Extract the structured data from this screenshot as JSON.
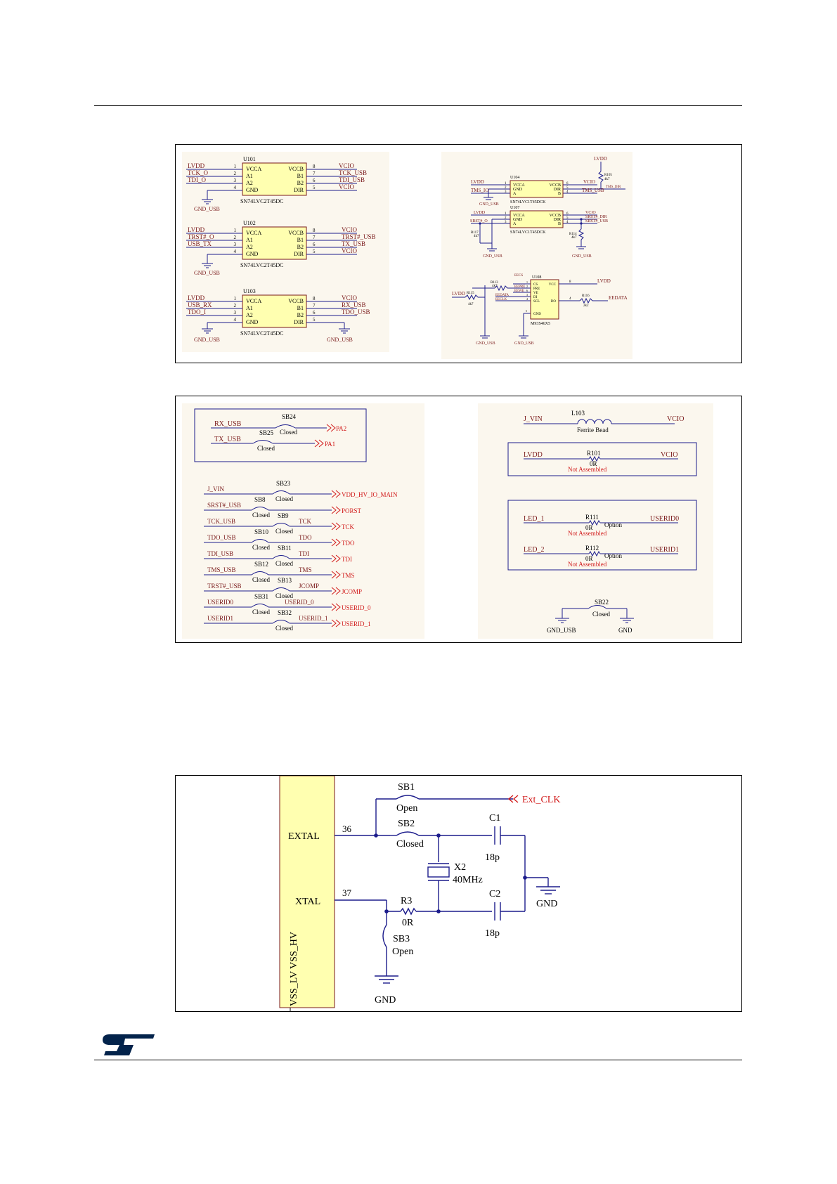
{
  "colors": {
    "wire": "#1c1c8c",
    "net": "#7a1a1a",
    "red": "#d11a1a",
    "chip": "#ffffb0",
    "chipedge": "#7a1a1a",
    "sheet": "#fbf7ee"
  },
  "logo": {
    "text": "ST"
  },
  "fig1": {
    "u101": {
      "ref": "U101",
      "part": "SN74LVC2T45DC",
      "left_pins": [
        "VCCA",
        "A1",
        "A2",
        "GND"
      ],
      "right_pins": [
        "VCCB",
        "B1",
        "B2",
        "DIR"
      ],
      "left_nums": [
        "1",
        "2",
        "3",
        "4"
      ],
      "right_nums": [
        "8",
        "7",
        "6",
        "5"
      ],
      "left_nets": [
        "LVDD",
        "TCK_O",
        "TDI_O",
        ""
      ],
      "right_nets": [
        "VCIO",
        "TCK_USB",
        "TDI_USB",
        "VCIO"
      ],
      "gnd": "GND_USB"
    },
    "u102": {
      "ref": "U102",
      "part": "SN74LVC2T45DC",
      "left_pins": [
        "VCCA",
        "A1",
        "A2",
        "GND"
      ],
      "right_pins": [
        "VCCB",
        "B1",
        "B2",
        "DIR"
      ],
      "left_nums": [
        "1",
        "2",
        "3",
        "4"
      ],
      "right_nums": [
        "8",
        "7",
        "6",
        "5"
      ],
      "left_nets": [
        "LVDD",
        "TRST#_O",
        "USB_TX",
        ""
      ],
      "right_nets": [
        "VCIO",
        "TRST#_USB",
        "TX_USB",
        "VCIO"
      ],
      "gnd": "GND_USB"
    },
    "u103": {
      "ref": "U103",
      "part": "SN74LVC2T45DC",
      "left_pins": [
        "VCCA",
        "A1",
        "A2",
        "GND"
      ],
      "right_pins": [
        "VCCB",
        "B1",
        "B2",
        "DIR"
      ],
      "left_nums": [
        "1",
        "2",
        "3",
        "4"
      ],
      "right_nums": [
        "8",
        "7",
        "6",
        "5"
      ],
      "left_nets": [
        "LVDD",
        "USB_RX",
        "TDO_I",
        ""
      ],
      "right_nets": [
        "VCIO",
        "RX_USB",
        "TDO_USB",
        ""
      ],
      "gnd": "GND_USB",
      "gnd2": "GND_USB"
    },
    "u104": {
      "ref": "U104",
      "part": "SN74LVC1T45DCK",
      "left_pins": [
        "VCCA",
        "GND",
        "A"
      ],
      "right_pins": [
        "VCCB",
        "DIR",
        "B"
      ],
      "left_nums": [
        "1",
        "2",
        "3"
      ],
      "right_nums": [
        "6",
        "5",
        "4"
      ],
      "left_nets": [
        "LVDD",
        "",
        "TMS_IO"
      ],
      "right_nets": [
        "VCIO",
        "TMS_DIR",
        "TMS_USB"
      ],
      "gnd": "GND_USB",
      "pull_net": "LVDD",
      "pull_ref": "R105",
      "pull_val": "4k7"
    },
    "u107": {
      "ref": "U107",
      "part": "SN74LVC1T45DCK",
      "left_pins": [
        "VCCA",
        "GND",
        "A"
      ],
      "right_pins": [
        "VCCB",
        "DIR",
        "B"
      ],
      "left_nums": [
        "1",
        "2",
        "3"
      ],
      "right_nums": [
        "6",
        "5",
        "4"
      ],
      "left_nets": [
        "LVDD",
        "",
        "SRST#_O"
      ],
      "right_nets": [
        "VCIO",
        "SRST#_DIR",
        "SRST#_USB"
      ],
      "gnd": "GND_USB",
      "gnd2": "GND_USB",
      "r_left": "R117",
      "r_left_val": "4k7",
      "r_right": "R114",
      "r_right_val": "4k7"
    },
    "u108": {
      "ref": "U108",
      "part": "M93S46X5",
      "left_pins": [
        "CS",
        "PRE",
        "VE",
        "DI",
        "SCL"
      ],
      "left_nums": [
        "1",
        "2",
        "6",
        "3",
        "4"
      ],
      "right_pins": [
        "VCC",
        "DO"
      ],
      "right_nums": [
        "8",
        "4"
      ],
      "gnd_pin": "GND",
      "gnd_num": "5",
      "left_nets": [
        "EECS",
        "EEPRE",
        "EEWE",
        "EEDATA",
        "EECLK"
      ],
      "vcc_net": "LVDD",
      "do_net": "EEDATA",
      "r113": "R113",
      "r113_val": "4k7",
      "r115": "R115",
      "r115_val": "4k7",
      "r116": "R116",
      "r116_val": "2k2",
      "lvdd": "LVDD",
      "gnd": "GND_USB",
      "gnd2": "GND_USB"
    }
  },
  "fig2": {
    "box_a": [
      {
        "net": "RX_USB",
        "sb": "SB24",
        "state": "Closed",
        "out": "PA2"
      },
      {
        "net": "TX_USB",
        "sb": "SB25",
        "state": "Closed",
        "out": "PA1"
      }
    ],
    "list": [
      {
        "net": "J_VIN",
        "sb": "SB23",
        "state": "Closed",
        "mid": "",
        "out": "VDD_HV_IO_MAIN"
      },
      {
        "net": "SRST#_USB",
        "sb": "SB8",
        "state": "Closed",
        "mid": "",
        "out": "PORST"
      },
      {
        "net": "TCK_USB",
        "sb": "SB9",
        "state": "Closed",
        "mid": "TCK",
        "out": "TCK"
      },
      {
        "net": "TDO_USB",
        "sb": "SB10",
        "state": "Closed",
        "mid": "TDO",
        "out": "TDO"
      },
      {
        "net": "TDI_USB",
        "sb": "SB11",
        "state": "Closed",
        "mid": "TDI",
        "out": "TDI"
      },
      {
        "net": "TMS_USB",
        "sb": "SB12",
        "state": "Closed",
        "mid": "TMS",
        "out": "TMS"
      },
      {
        "net": "TRST#_USB",
        "sb": "SB13",
        "state": "Closed",
        "mid": "JCOMP",
        "out": "JCOMP"
      },
      {
        "net": "USERID0",
        "sb": "SB31",
        "state": "Closed",
        "mid": "USERID_0",
        "out": "USERID_0"
      },
      {
        "net": "USERID1",
        "sb": "SB32",
        "state": "Closed",
        "mid": "USERID_1",
        "out": "USERID_1"
      }
    ],
    "ferrite": {
      "left": "J_VIN",
      "ref": "L103",
      "val": "Ferrite Bead",
      "right": "VCIO"
    },
    "r101": {
      "left": "LVDD",
      "ref": "R101",
      "val": "0R",
      "note": "Not Assembled",
      "right": "VCIO"
    },
    "r111": {
      "left": "LED_1",
      "ref": "R111",
      "val": "0R",
      "opt": "Option",
      "note": "Not Assembled",
      "right": "USERID0"
    },
    "r112": {
      "left": "LED_2",
      "ref": "R112",
      "val": "0R",
      "opt": "Option",
      "note": "Not Assembled",
      "right": "USERID1"
    },
    "sb22": {
      "ref": "SB22",
      "state": "Closed",
      "left": "GND_USB",
      "right": "GND"
    }
  },
  "fig3": {
    "pins": {
      "extal": "EXTAL",
      "xtal": "XTAL",
      "vss": "VSS_LV VSS_HV",
      "n36": "36",
      "n37": "37"
    },
    "sb1": {
      "ref": "SB1",
      "state": "Open"
    },
    "sb2": {
      "ref": "SB2",
      "state": "Closed"
    },
    "sb3": {
      "ref": "SB3",
      "state": "Open"
    },
    "ext_clk": "Ext_CLK",
    "c1": {
      "ref": "C1",
      "val": "18p"
    },
    "c2": {
      "ref": "C2",
      "val": "18p"
    },
    "x2": {
      "ref": "X2",
      "val": "40MHz"
    },
    "r3": {
      "ref": "R3",
      "val": "0R"
    },
    "gnd": "GND",
    "gnd2": "GND"
  }
}
